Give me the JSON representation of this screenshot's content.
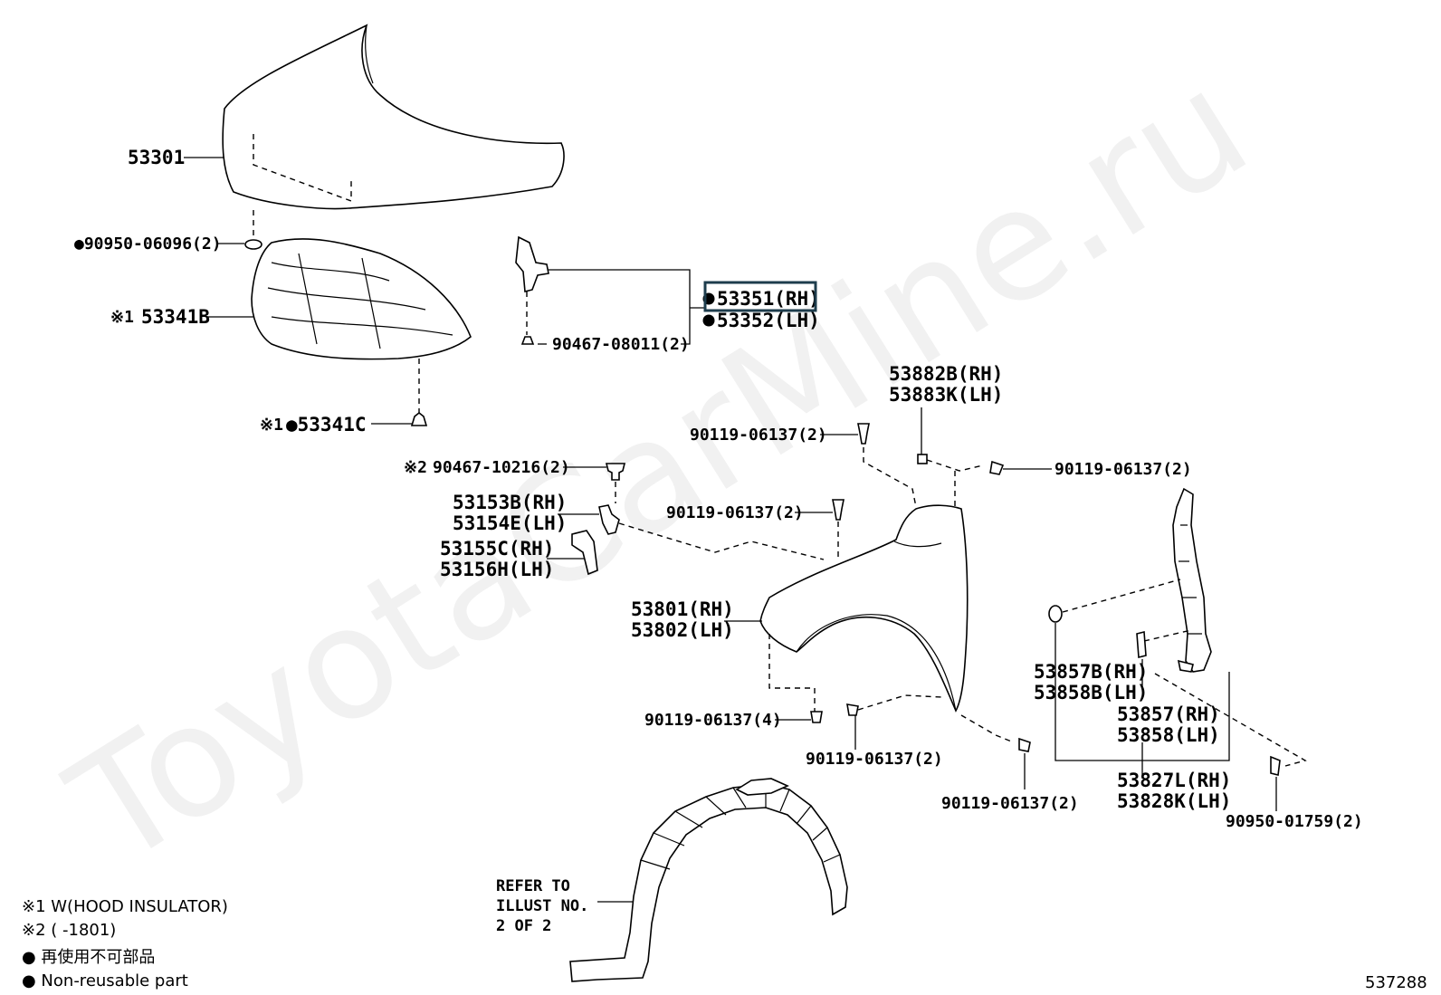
{
  "watermark": "ToyotaCarMine.ru",
  "parts": {
    "hood": "53301",
    "hood_clip": "●90950-06096(2)",
    "hood_insulator_mark": "※1",
    "hood_insulator": "53341B",
    "insulator_clip_mark": "※1",
    "insulator_clip": "●53341C",
    "hinge_rh": "53351(RH)",
    "hinge_lh": "53352(LH)",
    "hinge_clip": "90467-08011(2)",
    "retainer_mark": "※2",
    "retainer": "90467-10216(2)",
    "bracket_a_rh": "53153B(RH)",
    "bracket_a_lh": "53154E(LH)",
    "bracket_b_rh": "53155C(RH)",
    "bracket_b_lh": "53156H(LH)",
    "fender_rh": "53801(RH)",
    "fender_lh": "53802(LH)",
    "cushion_rh": "53882B(RH)",
    "cushion_lh": "53883K(LH)",
    "bolt_top": "90119-06137(2)",
    "bolt_right": "90119-06137(2)",
    "bolt_mid": "90119-06137(2)",
    "bolt_front": "90119-06137(4)",
    "bolt_lower": "90119-06137(2)",
    "bolt_rear": "90119-06137(2)",
    "seal_a_rh": "53857B(RH)",
    "seal_a_lh": "53858B(LH)",
    "seal_b_rh": "53857(RH)",
    "seal_b_lh": "53858(LH)",
    "seal_c_rh": "53827L(RH)",
    "seal_c_lh": "53828K(LH)",
    "seal_clip": "90950-01759(2)"
  },
  "refer": {
    "line1": "REFER TO",
    "line2": "ILLUST NO.",
    "line3": "2 OF 2"
  },
  "notes": {
    "n1": "※1 W(HOOD INSULATOR)",
    "n2": "※2 (      -1801)",
    "n3": "● 再使用不可部品",
    "n4": "● Non-reusable part"
  },
  "illustration_number": "537288",
  "selected_part": "53351(RH)"
}
